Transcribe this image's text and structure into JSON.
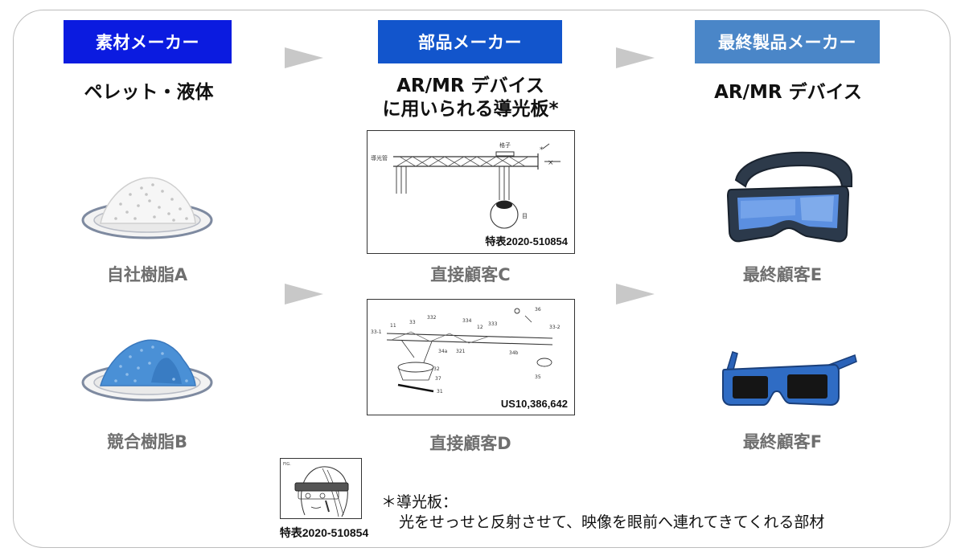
{
  "columns": [
    {
      "header": "素材メーカー",
      "header_color": "#0B1BE0",
      "subtitle": "ペレット・液体",
      "items": [
        "自社樹脂A",
        "競合樹脂B"
      ]
    },
    {
      "header": "部品メーカー",
      "header_color": "#1255CC",
      "subtitle_line1": "AR/MR デバイス",
      "subtitle_line2": "に用いられる導光板*",
      "items": [
        "直接顧客C",
        "直接顧客D"
      ]
    },
    {
      "header": "最終製品メーカー",
      "header_color": "#4A86C8",
      "subtitle": "AR/MR デバイス",
      "items": [
        "最終顧客E",
        "最終顧客F"
      ]
    }
  ],
  "patents": {
    "top": {
      "number": "特表2020-510854",
      "labels": {
        "left": "導光管",
        "top": "格子",
        "eye": "目"
      }
    },
    "bottom": {
      "number": "US10,386,642",
      "labels": [
        "11",
        "33",
        "332",
        "334",
        "12",
        "333",
        "36",
        "33-1",
        "33-2",
        "34a",
        "321",
        "34b",
        "32",
        "37",
        "31",
        "35"
      ]
    },
    "small": {
      "number": "特表2020-510854",
      "caption": "FIG."
    }
  },
  "note": {
    "title": "＊導光板：",
    "body": "光をせっせと反射させて、映像を眼前へ連れてきてくれる部材"
  },
  "icons": [
    "white-pellet-plate-icon",
    "blue-pellet-plate-icon",
    "vr-headset-icon",
    "3d-glasses-icon",
    "arrow-icon"
  ]
}
